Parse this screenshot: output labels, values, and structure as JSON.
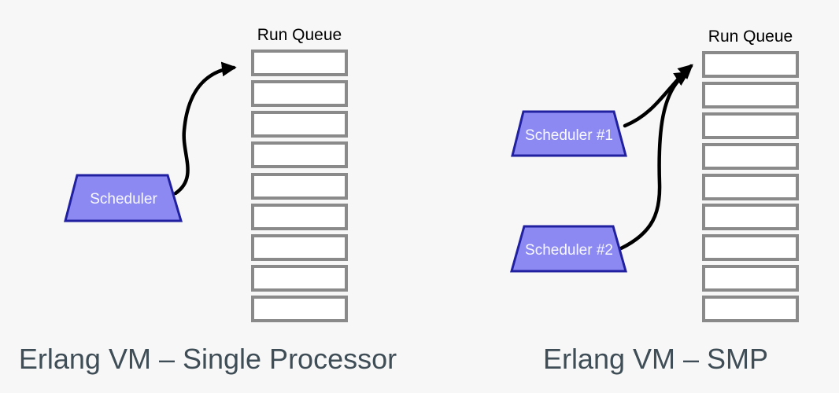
{
  "colors": {
    "background": "#f7f7f7",
    "queue_border": "#8a8a8a",
    "queue_fill": "#ffffff",
    "scheduler_fill": "#8c8af2",
    "scheduler_border": "#2020a0",
    "scheduler_text": "#f8f8ff",
    "arrow": "#000000",
    "label_text": "#000000",
    "caption_text": "#3f4d56"
  },
  "left_panel": {
    "queue_label": "Run Queue",
    "queue_cells": 9,
    "schedulers": [
      {
        "label": "Scheduler"
      }
    ],
    "caption": "Erlang VM – Single Processor"
  },
  "right_panel": {
    "queue_label": "Run Queue",
    "queue_cells": 9,
    "schedulers": [
      {
        "label": "Scheduler #1"
      },
      {
        "label": "Scheduler #2"
      }
    ],
    "caption": "Erlang VM – SMP"
  }
}
